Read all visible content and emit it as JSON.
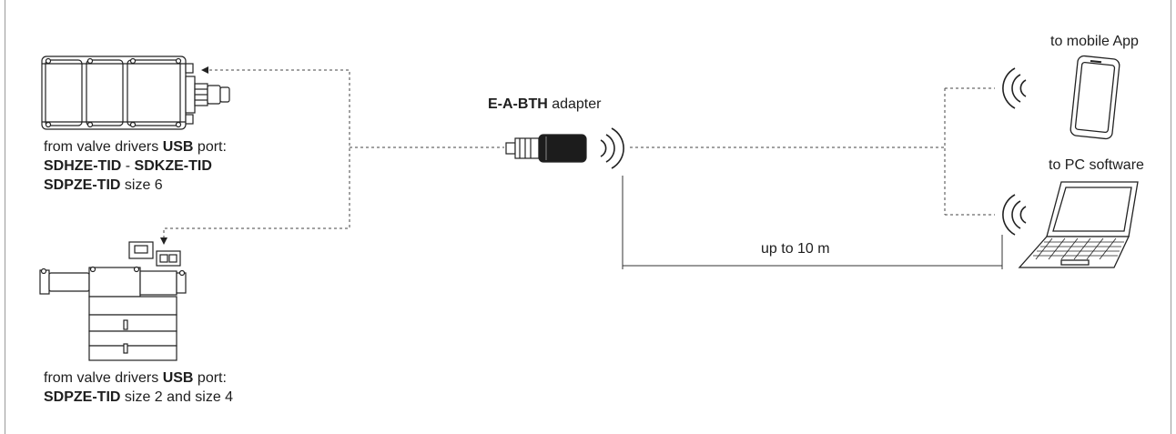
{
  "diagram": {
    "adapter": {
      "name": "E-A-BTH",
      "suffix": " adapter"
    },
    "top_driver": {
      "line1_prefix": "from valve drivers ",
      "line1_bold": "USB",
      "line1_suffix": " port:",
      "model_a": "SDHZE-TID",
      "separator": " - ",
      "model_b": "SDKZE-TID",
      "model_c": "SDPZE-TID",
      "model_c_suffix": " size 6"
    },
    "bottom_driver": {
      "line1_prefix": "from valve drivers ",
      "line1_bold": "USB",
      "line1_suffix": " port:",
      "model": "SDPZE-TID",
      "model_suffix": " size 2 and size 4"
    },
    "targets": {
      "mobile_label": "to mobile App",
      "pc_label": "to PC software"
    },
    "distance_label": "up to 10 m"
  }
}
